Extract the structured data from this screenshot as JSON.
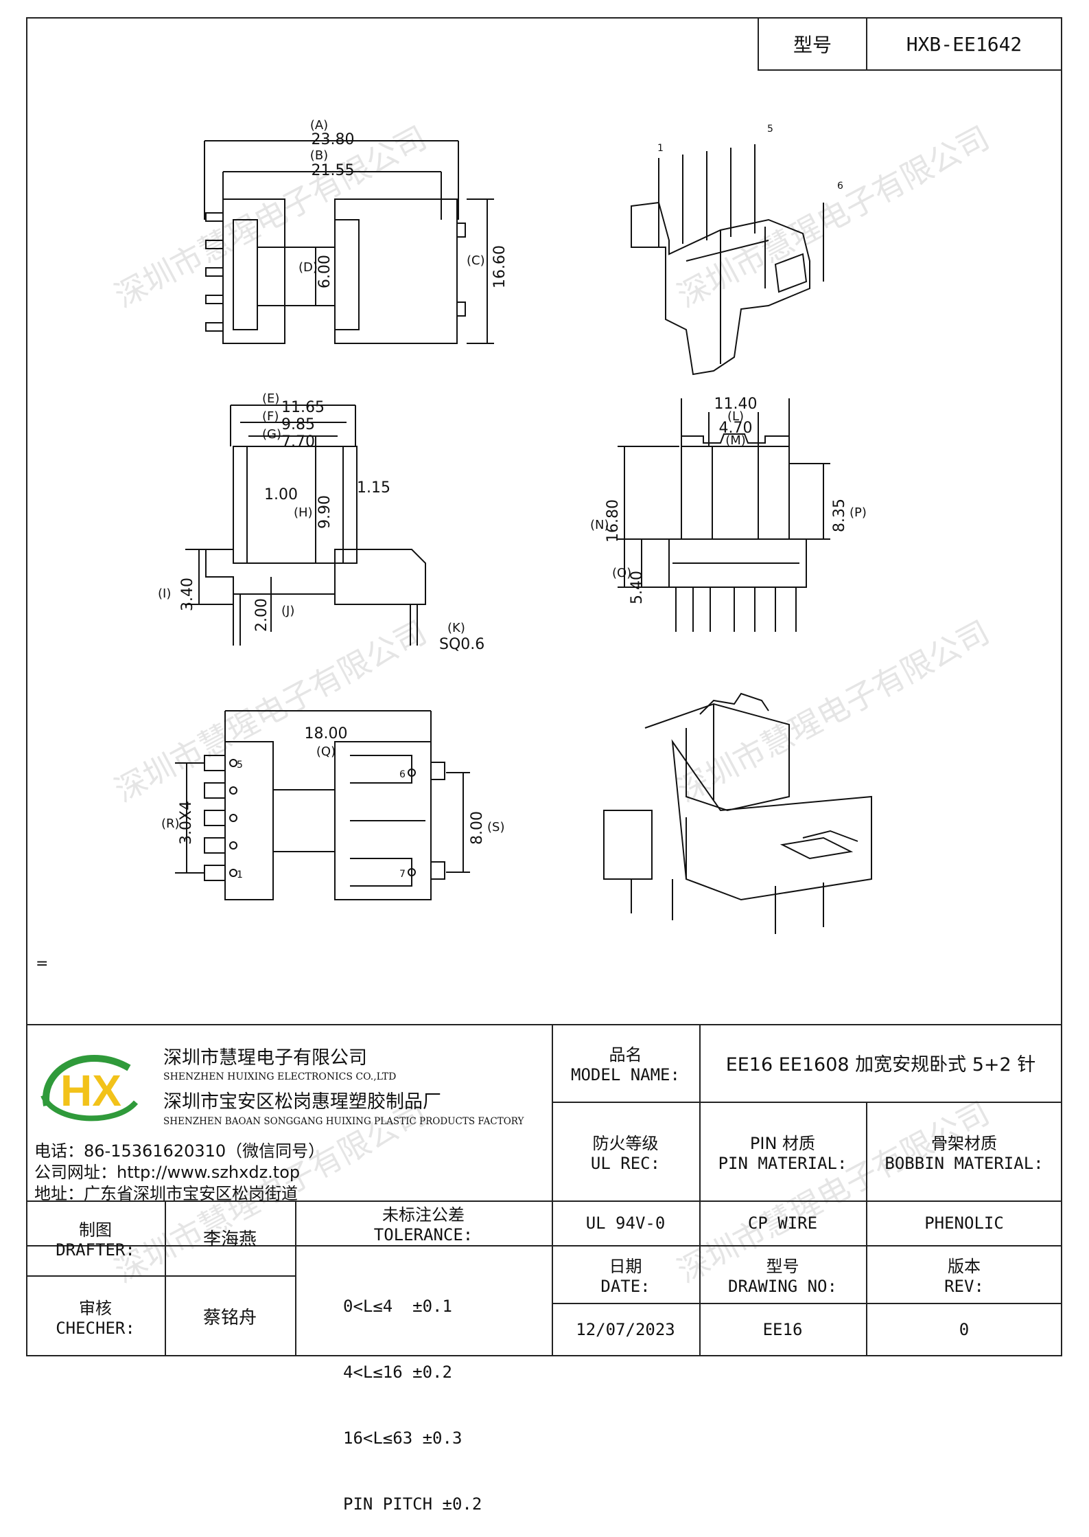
{
  "header": {
    "model_label": "型号",
    "model_value": "HXB-EE1642"
  },
  "watermark": "深圳市慧瑆电子有限公司",
  "drawing": {
    "dims_top": {
      "A_tag": "(A)",
      "A": "23.80",
      "B_tag": "(B)",
      "B": "21.55",
      "C_tag": "(C)",
      "C": "16.60",
      "D_tag": "(D)",
      "D": "6.00"
    },
    "dims_side": {
      "E_tag": "(E)",
      "E": "11.65",
      "F_tag": "(F)",
      "F": "9.85",
      "G_tag": "(G)",
      "G": "7.70",
      "gap1": "1.00",
      "gap2": "1.15",
      "H_tag": "(H)",
      "H": "9.90",
      "I_tag": "(I)",
      "I": "3.40",
      "J_tag": "(J)",
      "J": "2.00",
      "K_tag": "(K)",
      "K": "SQ0.6"
    },
    "dims_front": {
      "W": "11.40",
      "L_tag": "(L)",
      "L": "4.70",
      "M_tag": "(M)",
      "N_tag": "(N)",
      "N": "16.80",
      "O_tag": "(O)",
      "O": "5.40",
      "P_tag": "(P)",
      "P": "8.35"
    },
    "dims_bottom": {
      "Q": "18.00",
      "Q_tag": "(Q)",
      "R_tag": "(R)",
      "R": "3.0X4",
      "S": "8.00",
      "S_tag": "(S)"
    },
    "pins": {
      "p1": "1",
      "p5": "5",
      "p6": "6",
      "p7": "7"
    },
    "note_mark": "="
  },
  "company": {
    "name_cn": "深圳市慧瑆电子有限公司",
    "name_en": "SHENZHEN HUIXING ELECTRONICS CO.,LTD",
    "factory_cn": "深圳市宝安区松岗惠瑆塑胶制品厂",
    "factory_en": "SHENZHEN BAOAN SONGGANG HUIXING PLASTIC PRODUCTS FACTORY",
    "phone": "电话：86-15361620310（微信同号）",
    "website": "公司网址：http://www.szhxdz.top",
    "address": "地址：广东省深圳市宝安区松岗街道",
    "logo_letters": "HX",
    "colors": {
      "green": "#2f9a3a",
      "yellow": "#f2c21a"
    }
  },
  "titleblock": {
    "model_name_cn": "品名",
    "model_name_en": "MODEL NAME:",
    "model_name_value": "EE16 EE1608 加宽安规卧式 5+2 针",
    "ul_cn": "防火等级",
    "ul_en": "UL REC:",
    "pin_cn": "PIN 材质",
    "pin_en": "PIN MATERIAL:",
    "bobbin_cn": "骨架材质",
    "bobbin_en": "BOBBIN MATERIAL:",
    "ul_value": "UL 94V-0",
    "pin_value": "CP WIRE",
    "bobbin_value": "PHENOLIC",
    "drafter_cn": "制图",
    "drafter_en": "DRAFTER:",
    "drafter_name": "李海燕",
    "checker_cn": "审核",
    "checker_en": "CHECHER:",
    "checker_name": "蔡铭舟",
    "tol_cn": "未标注公差",
    "tol_en": "TOLERANCE:",
    "tol_lines": [
      "0<L≤4  ±0.1",
      "4<L≤16 ±0.2",
      "16<L≤63 ±0.3",
      "PIN PITCH ±0.2"
    ],
    "date_cn": "日期",
    "date_en": "DATE:",
    "date_value": "12/07/2023",
    "dwg_cn": "型号",
    "dwg_en": "DRAWING NO:",
    "dwg_value": "EE16",
    "rev_cn": "版本",
    "rev_en": "REV:",
    "rev_value": "0"
  }
}
